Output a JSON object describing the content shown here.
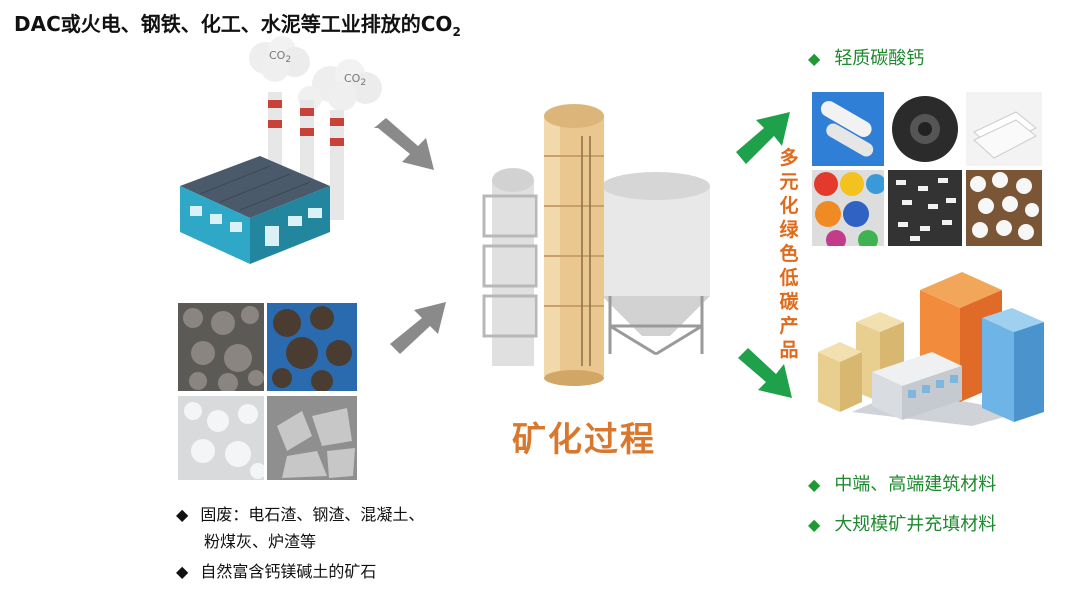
{
  "header": {
    "title_main": "DAC或火电、钢铁、化工、水泥等工业排放的CO",
    "title_sub": "2"
  },
  "clouds": [
    {
      "label_main": "CO",
      "label_sub": "2"
    },
    {
      "label_main": "CO",
      "label_sub": "2"
    }
  ],
  "process": {
    "label": "矿化过程"
  },
  "products_vertical": {
    "chars": [
      "多",
      "元",
      "化",
      "绿",
      "色",
      "低",
      "碳",
      "产",
      "品"
    ]
  },
  "left_bullets": [
    {
      "marker": "◆",
      "text": "固废：电石渣、钢渣、混凝土、"
    },
    {
      "marker": "",
      "text": "粉煤灰、炉渣等"
    },
    {
      "marker": "◆",
      "text": "自然富含钙镁碱土的矿石"
    }
  ],
  "right_top_bullet": {
    "marker": "◆",
    "text": "轻质碳酸钙"
  },
  "right_bottom_bullets": [
    {
      "marker": "◆",
      "text": "中端、高端建筑材料"
    },
    {
      "marker": "◆",
      "text": "大规模矿井充填材料"
    }
  ],
  "colors": {
    "green": "#1e8a2e",
    "orange": "#d9782d",
    "gray_arrow": "#8a8a8a",
    "green_arrow": "#1fa04a"
  }
}
